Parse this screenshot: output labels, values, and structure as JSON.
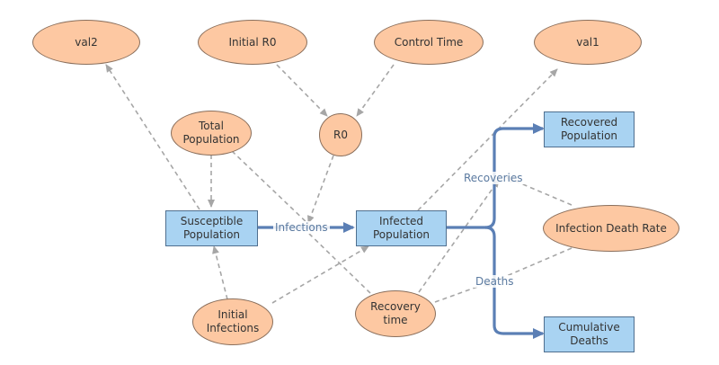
{
  "nodes": {
    "val2": {
      "label": "val2"
    },
    "initial_r0": {
      "label": "Initial R0"
    },
    "control_time": {
      "label": "Control Time"
    },
    "val1": {
      "label": "val1"
    },
    "total_population": {
      "label": "Total\nPopulation"
    },
    "r0": {
      "label": "R0"
    },
    "recovered_population": {
      "label": "Recovered\nPopulation"
    },
    "susceptible_population": {
      "label": "Susceptible\nPopulation"
    },
    "infected_population": {
      "label": "Infected\nPopulation"
    },
    "infection_death_rate": {
      "label": "Infection Death Rate"
    },
    "initial_infections": {
      "label": "Initial\nInfections"
    },
    "recovery_time": {
      "label": "Recovery\ntime"
    },
    "cumulative_deaths": {
      "label": "Cumulative\nDeaths"
    }
  },
  "flows": {
    "infections": "Infections",
    "recoveries": "Recoveries",
    "deaths": "Deaths"
  },
  "colors": {
    "variable_fill": "#fdc8a2",
    "stock_fill": "#a9d3f2",
    "flow_color": "#5b7fb5",
    "link_color": "#a6a6a6"
  }
}
